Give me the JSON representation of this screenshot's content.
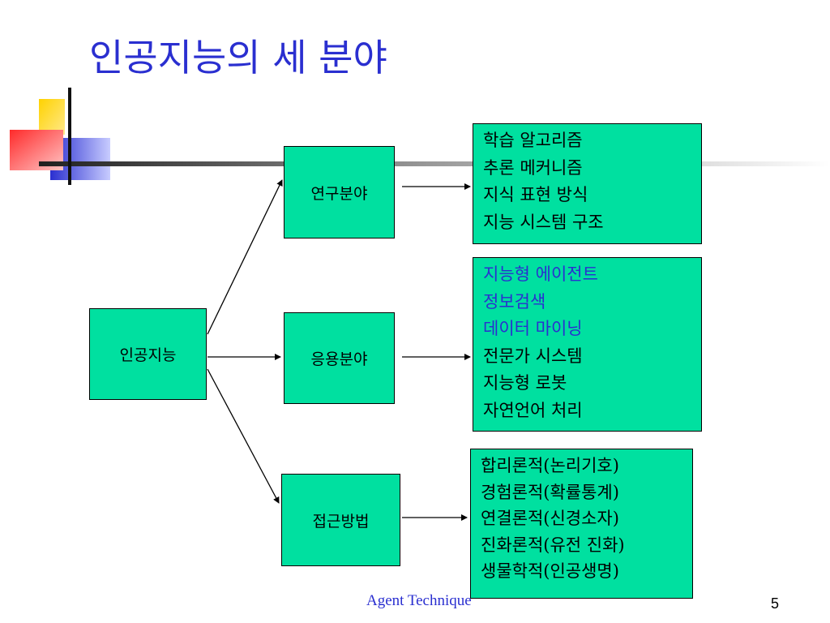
{
  "slide": {
    "title": "인공지능의 세 분야",
    "footer": "Agent Technique",
    "page_number": "5"
  },
  "diagram": {
    "root": "인공지능",
    "branches": [
      {
        "label": "연구분야",
        "items": [
          "학습 알고리즘",
          "추론 메커니즘",
          "지식 표현 방식",
          "지능 시스템 구조"
        ]
      },
      {
        "label": "응용분야",
        "items": [
          "지능형 에이전트",
          "정보검색",
          "데이터 마이닝",
          "전문가 시스템",
          "지능형 로봇",
          "자연언어 처리"
        ],
        "highlighted_items": [
          "지능형 에이전트",
          "정보검색",
          "데이터 마이닝"
        ]
      },
      {
        "label": "접근방법",
        "items": [
          "합리론적(논리기호)",
          "경험론적(확률통계)",
          "연결론적(신경소자)",
          "진화론적(유전 진화)",
          "생물학적(인공생명)"
        ]
      }
    ]
  },
  "colors": {
    "title": "#2a2fd0",
    "box_fill": "#00e0a0",
    "highlight_text": "#2a2fd0",
    "deco_yellow": "#ffd200",
    "deco_red": "#ff3030",
    "deco_blue": "#2a2fd0"
  }
}
